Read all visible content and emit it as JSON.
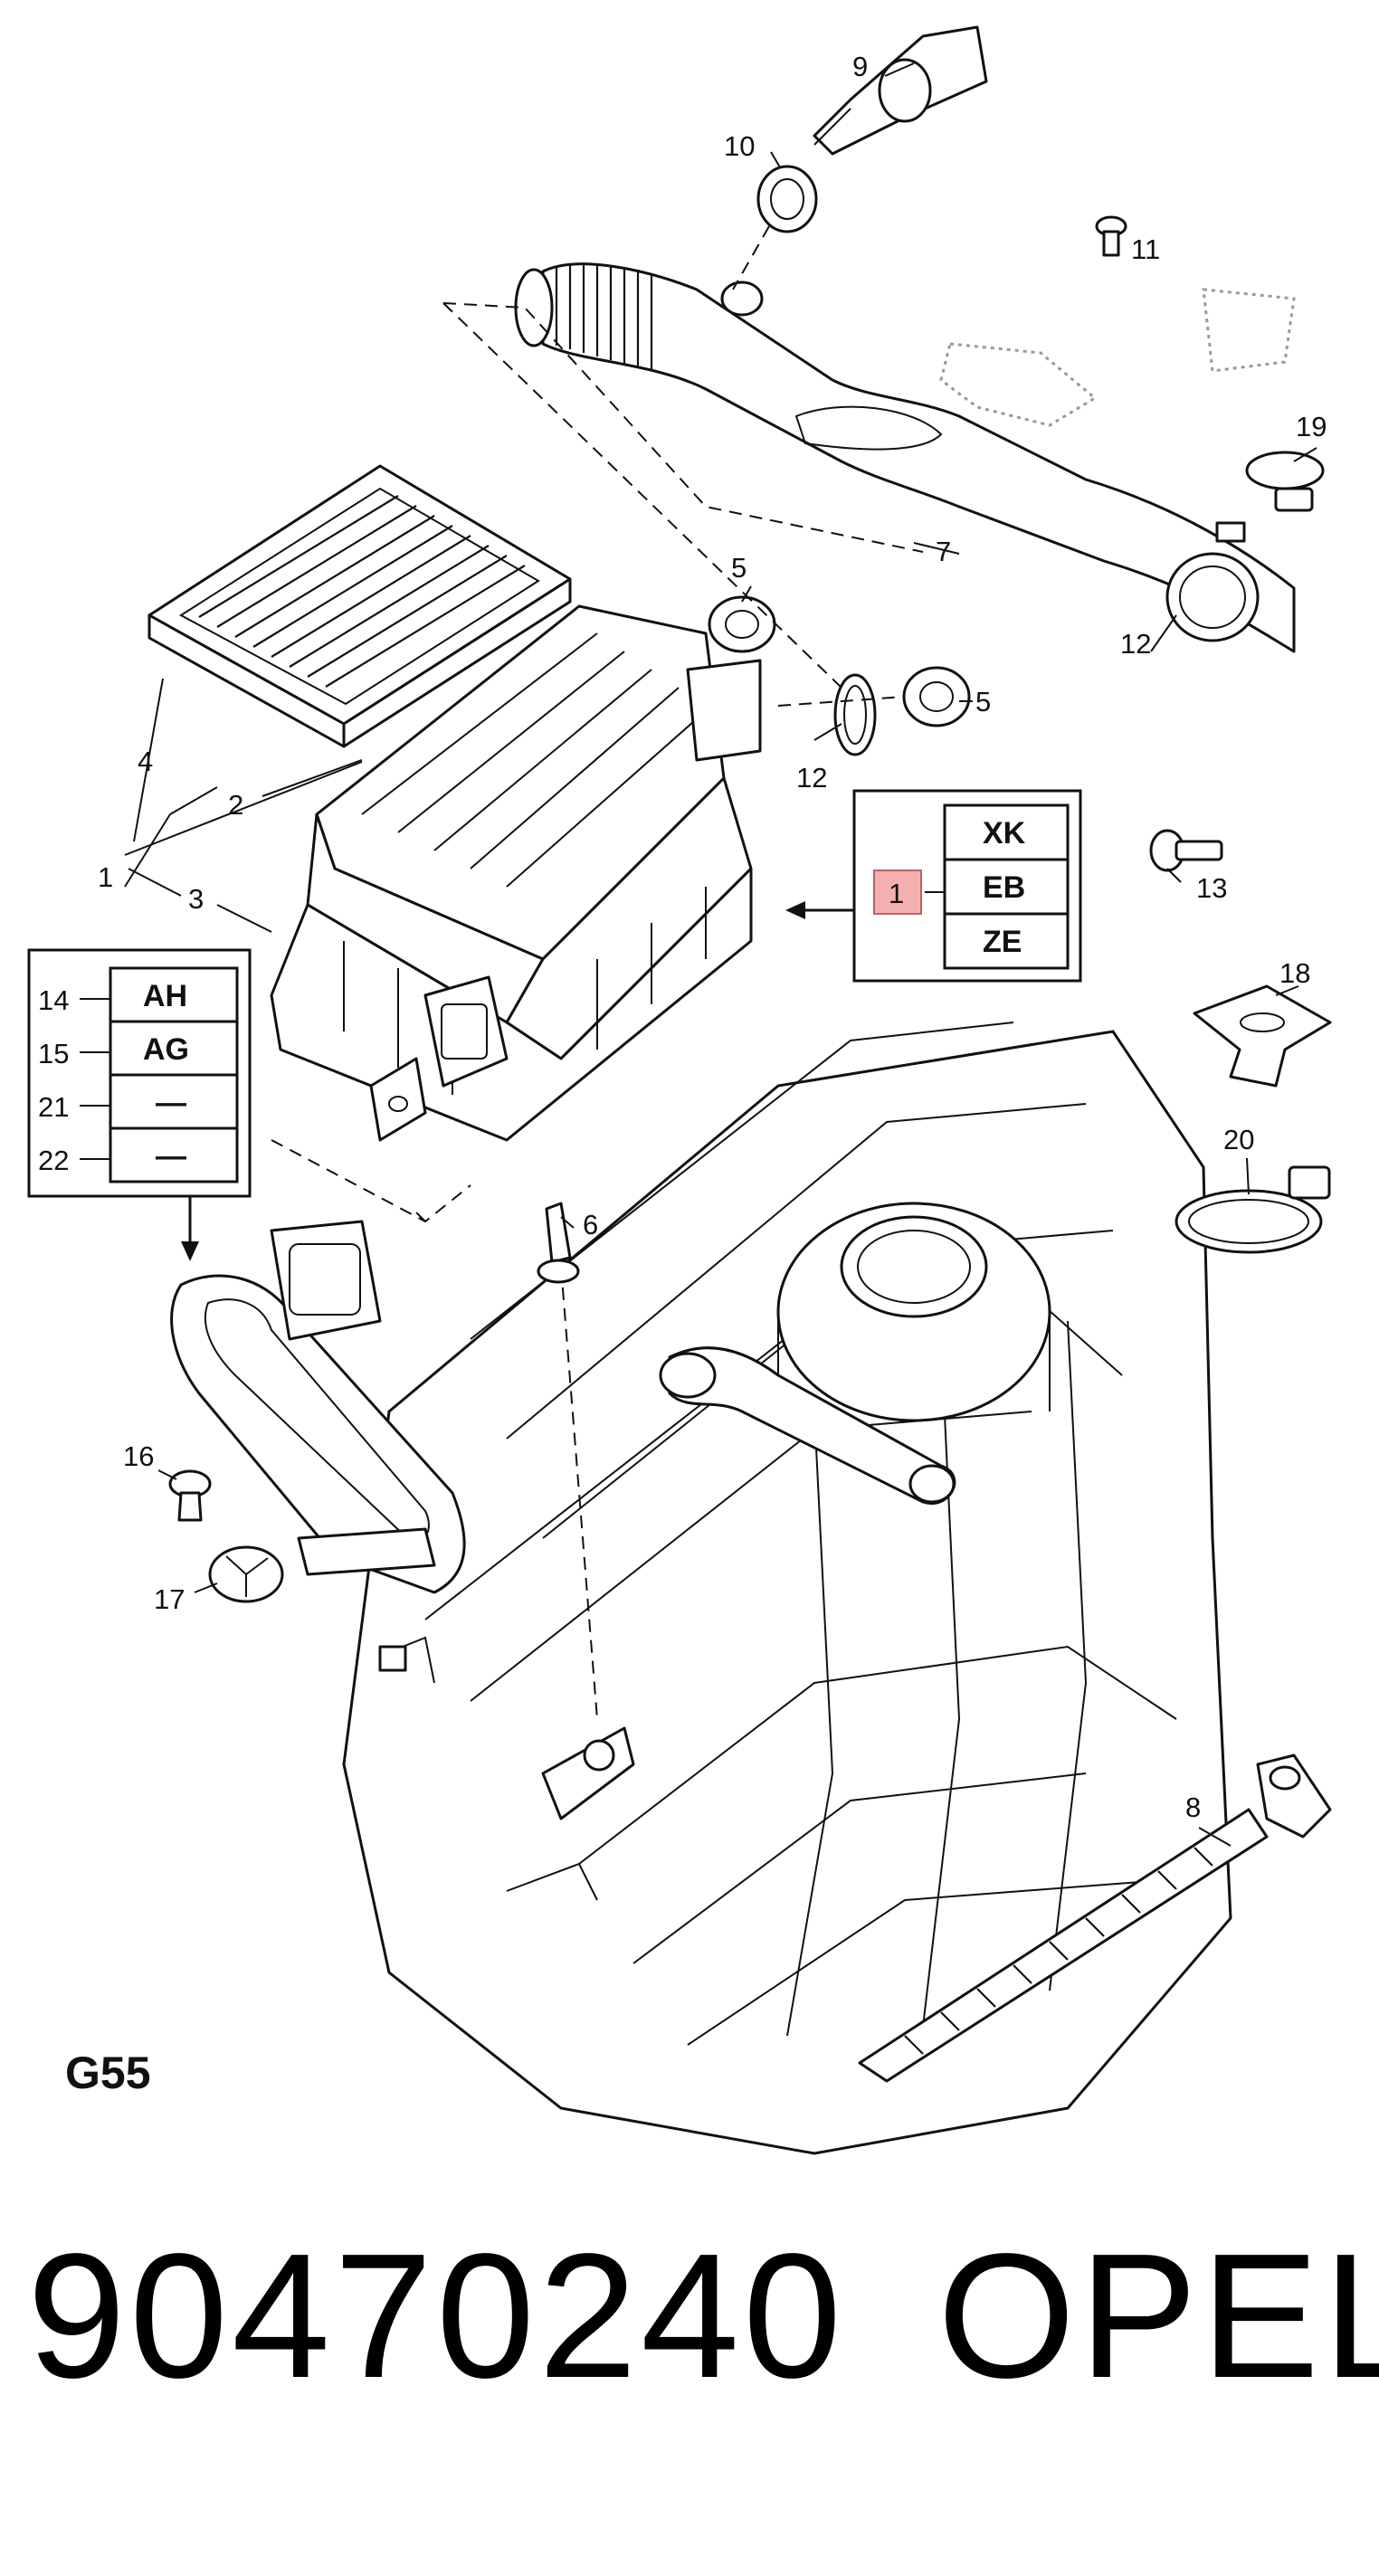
{
  "diagram": {
    "code": "G55",
    "callouts": [
      "9",
      "10",
      "11",
      "19",
      "7",
      "12",
      "5",
      "5",
      "12",
      "4",
      "2",
      "1",
      "3",
      "13",
      "18",
      "20",
      "6",
      "16",
      "17",
      "8"
    ],
    "variant_box_codes": [
      "XK",
      "EB",
      "ZE"
    ],
    "variant_box_marker": "1",
    "option_box": {
      "rows": [
        {
          "num": "14",
          "code": "AH"
        },
        {
          "num": "15",
          "code": "AG"
        },
        {
          "num": "21",
          "code": "—"
        },
        {
          "num": "22",
          "code": "—"
        }
      ]
    },
    "marker_color": "#f4b0b0"
  },
  "footer": {
    "part_number": "90470240",
    "brand": "OPEL"
  }
}
